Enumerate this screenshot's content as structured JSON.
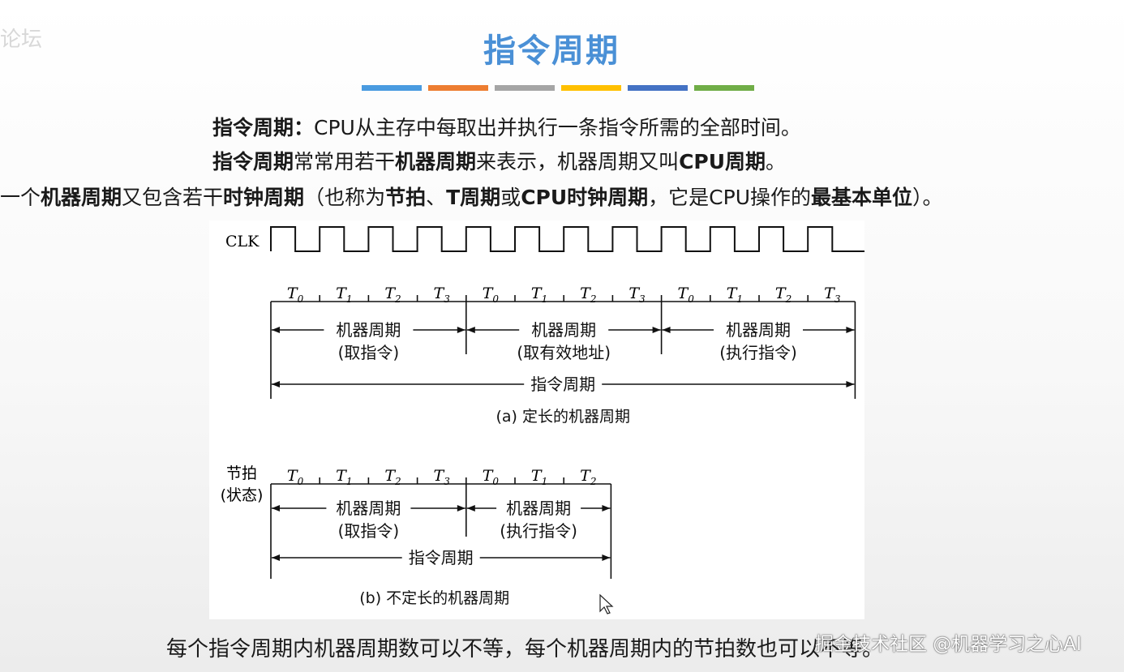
{
  "title": "指令周期",
  "watermark_logo": "论坛",
  "accent_colors": [
    "#4a9be0",
    "#ed7d31",
    "#a5a5a5",
    "#ffc000",
    "#4472c4",
    "#70ad47"
  ],
  "lines": [
    {
      "segments": [
        {
          "t": "指令周期：",
          "b": true
        },
        {
          "t": "CPU从主存中每取出并执行一条指令所需的全部时间。",
          "b": false
        }
      ]
    },
    {
      "segments": [
        {
          "t": "指令周期",
          "b": true
        },
        {
          "t": "常常用若干",
          "b": false
        },
        {
          "t": "机器周期",
          "b": true
        },
        {
          "t": "来表示，机器周期又叫",
          "b": false
        },
        {
          "t": "CPU周期",
          "b": true
        },
        {
          "t": "。",
          "b": false
        }
      ]
    },
    {
      "segments": [
        {
          "t": "一个",
          "b": false
        },
        {
          "t": "机器周期",
          "b": true
        },
        {
          "t": "又包含若干",
          "b": false
        },
        {
          "t": "时钟周期",
          "b": true
        },
        {
          "t": "（也称为",
          "b": false
        },
        {
          "t": "节拍",
          "b": true
        },
        {
          "t": "、",
          "b": false
        },
        {
          "t": "T周期",
          "b": true
        },
        {
          "t": "或",
          "b": false
        },
        {
          "t": "CPU时钟周期",
          "b": true
        },
        {
          "t": "，它是CPU操作的",
          "b": false
        },
        {
          "t": "最基本单位",
          "b": true
        },
        {
          "t": "）。",
          "b": false
        }
      ]
    }
  ],
  "diagram": {
    "clk_label": "CLK",
    "clk_pulse_count": 12,
    "fig_a": {
      "ticks": [
        "T0",
        "T1",
        "T2",
        "T3",
        "T0",
        "T1",
        "T2",
        "T3",
        "T0",
        "T1",
        "T2",
        "T3"
      ],
      "machine_cycles": [
        {
          "label": "机器周期",
          "desc": "(取指令)"
        },
        {
          "label": "机器周期",
          "desc": "(取有效地址)"
        },
        {
          "label": "机器周期",
          "desc": "(执行指令)"
        }
      ],
      "instruction_cycle_label": "指令周期",
      "caption": "(a) 定长的机器周期"
    },
    "fig_b": {
      "row_label_1": "节拍",
      "row_label_2": "(状态)",
      "ticks": [
        "T0",
        "T1",
        "T2",
        "T3",
        "T0",
        "T1",
        "T2"
      ],
      "machine_cycles": [
        {
          "label": "机器周期",
          "desc": "(取指令)"
        },
        {
          "label": "机器周期",
          "desc": "(执行指令)"
        }
      ],
      "instruction_cycle_label": "指令周期",
      "caption": "(b) 不定长的机器周期"
    }
  },
  "bottom_text": "每个指令周期内机器周期数可以不等，每个机器周期内的节拍数也可以不等。",
  "footer_watermark": "掘金技术社区 @机器学习之心AI"
}
